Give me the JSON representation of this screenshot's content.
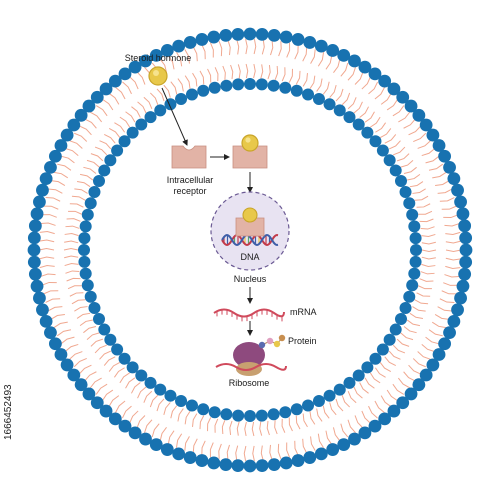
{
  "labels": {
    "steroid_hormone": "Steroid hormone",
    "intracellular_receptor_line1": "Intracellular",
    "intracellular_receptor_line2": "receptor",
    "dna": "DNA",
    "nucleus": "Nucleus",
    "mrna": "mRNA",
    "protein": "Protein",
    "ribosome": "Ribosome"
  },
  "stock_id": "1666452493",
  "colors": {
    "membrane_head": "#1872b0",
    "lipid_inner": "#f0a890",
    "hormone": "#e8c84a",
    "receptor": "#e2b3a6",
    "mrna": "#d04a5c",
    "ribosome_large": "#8e4a7e",
    "ribosome_small": "#c8a070"
  }
}
